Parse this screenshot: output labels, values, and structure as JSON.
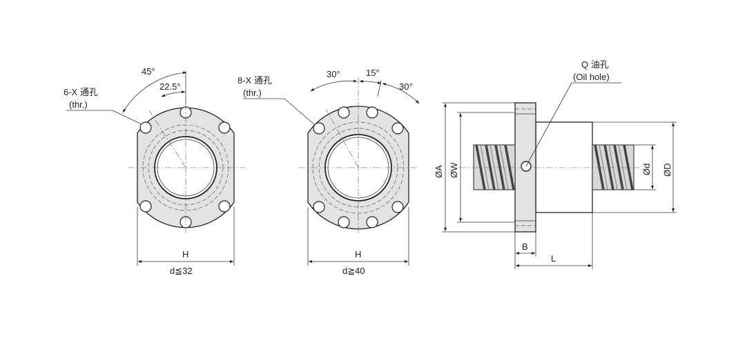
{
  "left_view": {
    "angle_outer": "45°",
    "angle_inner": "22.5°",
    "hole_label": "6-X 通孔",
    "hole_label_en": "(thr.)",
    "dim_h": "H",
    "condition": "d≦32"
  },
  "middle_view": {
    "angle_left": "30°",
    "angle_mid": "15°",
    "angle_right": "30°",
    "hole_label": "8-X 通孔",
    "hole_label_en": "(thr.)",
    "dim_h": "H",
    "condition": "d≧40"
  },
  "side_view": {
    "oil_label": "Q 油孔",
    "oil_label_en": "(Oil hole)",
    "dim_a": "ØA",
    "dim_w": "ØW",
    "dim_d_small": "Ød",
    "dim_d_big": "ØD",
    "dim_b": "B",
    "dim_l": "L"
  }
}
